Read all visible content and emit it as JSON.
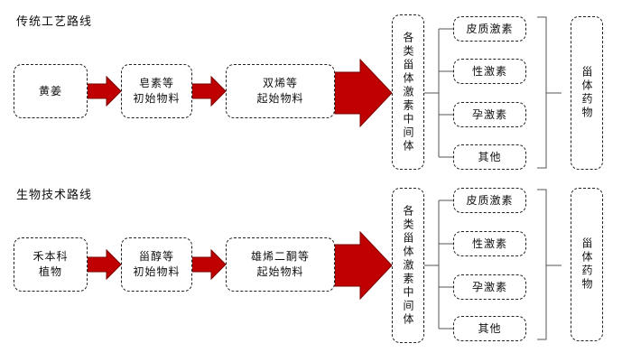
{
  "colors": {
    "arrow": "#c00000",
    "arrow_outline": "#7a0000",
    "border": "#222222"
  },
  "sections": [
    {
      "title": "传统工艺路线",
      "source": [
        "黄姜"
      ],
      "step1": [
        "皂素等",
        "初始物料"
      ],
      "step2": [
        "双烯等",
        "起始物料"
      ],
      "intermediate": "各类甾体激素中间体",
      "products": [
        "皮质激素",
        "性激素",
        "孕激素",
        "其他"
      ],
      "result": "甾体药物"
    },
    {
      "title": "生物技术路线",
      "source": [
        "禾本科",
        "植物"
      ],
      "step1": [
        "甾醇等",
        "初始物料"
      ],
      "step2": [
        "雄烯二酮等",
        "起始物料"
      ],
      "intermediate": "各类甾体激素中间体",
      "products": [
        "皮质激素",
        "性激素",
        "孕激素",
        "其他"
      ],
      "result": "甾体药物"
    }
  ]
}
